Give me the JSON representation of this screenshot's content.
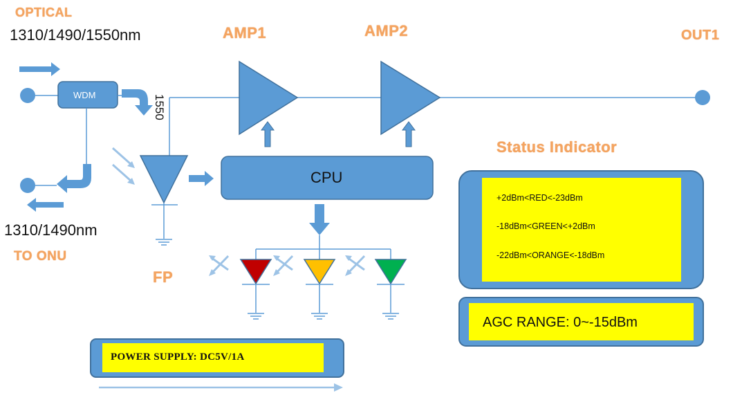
{
  "labels": {
    "optical": "OPTICAL",
    "input_wavelengths": "1310/1490/1550nm",
    "amp1": "AMP1",
    "amp2": "AMP2",
    "out1": "OUT1",
    "wdm": "WDM",
    "branch_1550": "1550",
    "cpu": "CPU",
    "fp": "FP",
    "return_wavelengths": "1310/1490nm",
    "to_onu": "TO ONU",
    "status_title": "Status Indicator"
  },
  "status_indicator": {
    "lines": [
      "+2dBm<RED<-23dBm",
      "-18dBm<GREEN<+2dBm",
      "-22dBm<ORANGE<-18dBm"
    ],
    "agc_range": "AGC RANGE: 0~-15dBm"
  },
  "power_supply": "POWER SUPPLY: DC5V/1A",
  "colors": {
    "component_blue": "#5B9BD5",
    "border_blue": "#41719C",
    "label_orange": "#F4A460",
    "panel_yellow": "#FFFF00",
    "led_red": "#C00000",
    "led_orange": "#FFC000",
    "led_green": "#00B050"
  }
}
